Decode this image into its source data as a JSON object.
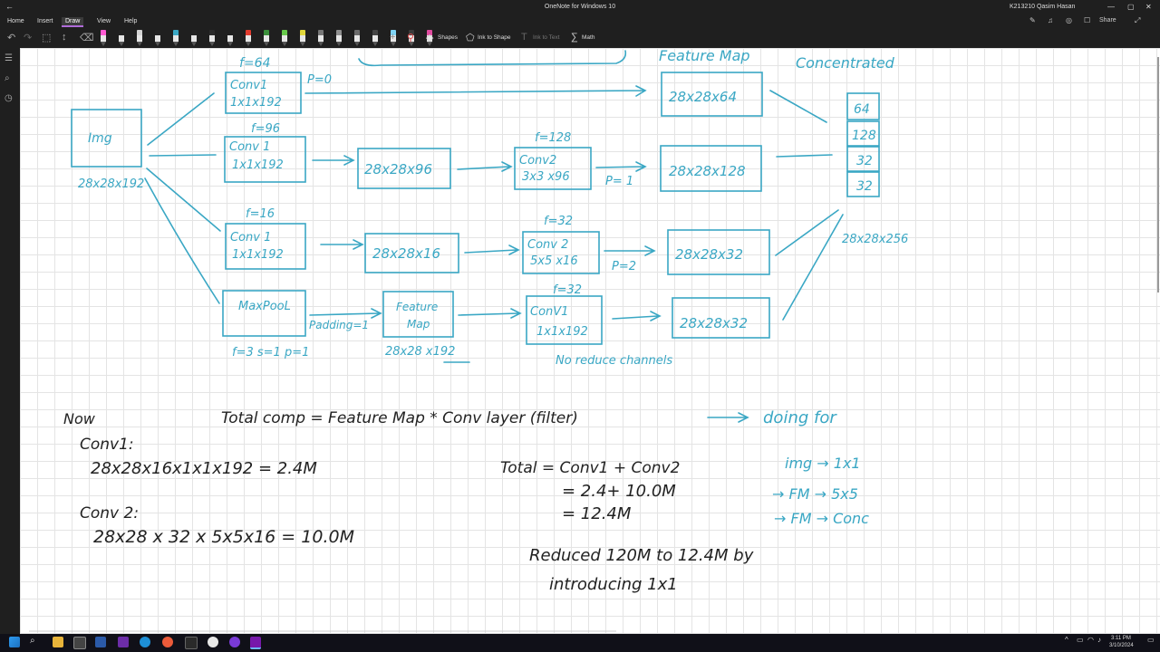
{
  "window": {
    "title": "OneNote for Windows 10",
    "user": "K213210 Qasim Hasan"
  },
  "menu": {
    "items": [
      "Home",
      "Insert",
      "Draw",
      "View",
      "Help"
    ],
    "active": "Draw",
    "share_label": "Share"
  },
  "toolbar": {
    "pen_colors": [
      "#ff5ad2",
      "#222222",
      "#d4d4d4",
      "#222222",
      "#3aa7c4",
      "#222222",
      "#2b2b2b",
      "#1f1f1f",
      "#e23b2e",
      "#3b8f3b",
      "#66c84a",
      "#e0d63a",
      "#777777",
      "#8f8f8f",
      "#6b6b6b",
      "#444444",
      "#7fd4f5",
      "#3a3a3a",
      "#e04b9f"
    ],
    "shapes_label": "Shapes",
    "ink_to_shape_label": "Ink to Shape",
    "ink_to_text_label": "Ink to Text",
    "math_label": "Math"
  },
  "note": {
    "top_partial": "Feature Map",
    "top_right": "Concentrated",
    "img_box": "Img",
    "img_dim": "28x28x192",
    "f64": "f=64",
    "p0": "P=0",
    "conv1_a_line1": "Conv1",
    "conv1_a_line2": "1x1x192",
    "out_64": "28x28x64",
    "f96": "f=96",
    "conv1_b_line1": "Conv 1",
    "conv1_b_line2": "1x1x192",
    "mid_96": "28x28x96",
    "f128": "f=128",
    "conv2_a_line1": "Conv2",
    "conv2_a_line2": "3x3 x96",
    "p1": "P= 1",
    "out_128": "28x28x128",
    "f16": "f=16",
    "conv1_c_line1": "Conv 1",
    "conv1_c_line2": "1x1x192",
    "mid_16": "28x28x16",
    "f32a": "f=32",
    "conv2_b_line1": "Conv 2",
    "conv2_b_line2": "5x5 x16",
    "p2": "P=2",
    "out_32a": "28x28x32",
    "maxpool": "MaxPooL",
    "padding": "Padding=1",
    "fm_line1": "Feature",
    "fm_line2": "Map",
    "fm_dim": "28x28 x192",
    "pool_params": "f=3  s=1  p=1",
    "f32b": "f=32",
    "conv1_d_line1": "ConV1",
    "conv1_d_line2": "1x1x192",
    "out_32b": "28x28x32",
    "no_reduce": "No reduce channels",
    "stack": [
      "64",
      "128",
      "32",
      "32"
    ],
    "concat_dim": "28x28x256",
    "now": "Now",
    "total_comp": "Total  comp = Feature Map  *  Conv layer (filter)",
    "doing_for": "doing  for",
    "conv1_label": "Conv1:",
    "conv1_calc": "28x28x16x1x1x192  = 2.4M",
    "conv2_label": "Conv 2:",
    "conv2_calc": "28x28 x 32 x 5x5x16  =  10.0M",
    "total_line1": "Total =  Conv1 + Conv2",
    "total_line2": "=  2.4+ 10.0M",
    "total_line3": "=  12.4M",
    "reduced_line1": "Reduced  120M  to  12.4M  by",
    "reduced_line2": "introducing  1x1",
    "side1": "img → 1x1",
    "side2": "→ FM → 5x5",
    "side3": "→ FM → Conc"
  },
  "taskbar": {
    "time": "3:11 PM",
    "date": "3/10/2024"
  }
}
